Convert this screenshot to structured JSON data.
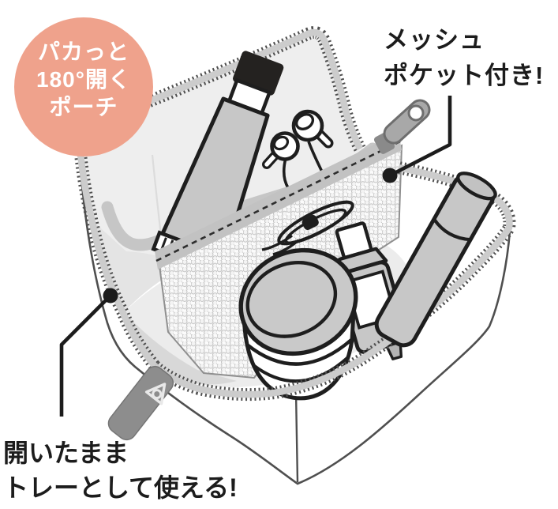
{
  "badge": {
    "shape": "circle",
    "bg_color": "#efa28c",
    "text_color": "#ffffff",
    "lines": [
      "パカっと",
      "180°開く",
      "ポーチ"
    ]
  },
  "annotations": {
    "mesh_pocket": {
      "lines": [
        "メッシュ",
        "ポケット付き!"
      ],
      "color": "#1c1c1c"
    },
    "tray": {
      "lines": [
        "開いたまま",
        "トレーとして使える!"
      ],
      "color": "#1c1c1c"
    }
  },
  "illustration": {
    "items": [
      "open-pouch",
      "zipper-teeth",
      "toothpaste-tube",
      "earphones",
      "mesh-pocket",
      "cord-bundle",
      "cosmetic-bottle",
      "cream-jar",
      "stick-container",
      "main-zipper-pull",
      "mesh-zipper-pull"
    ],
    "colors": {
      "outline": "#1e1e1e",
      "box_line": "#4f4f4f",
      "item_gray": "#c7c7c7",
      "lid_gray": "#eeeeee",
      "floor_gray": "#ececec",
      "zipper_tape": "#cccccc",
      "zipper_teeth": "#4f4f4f",
      "pull_gray": "#8d8d8d",
      "callout": "#1c1c1c"
    }
  }
}
